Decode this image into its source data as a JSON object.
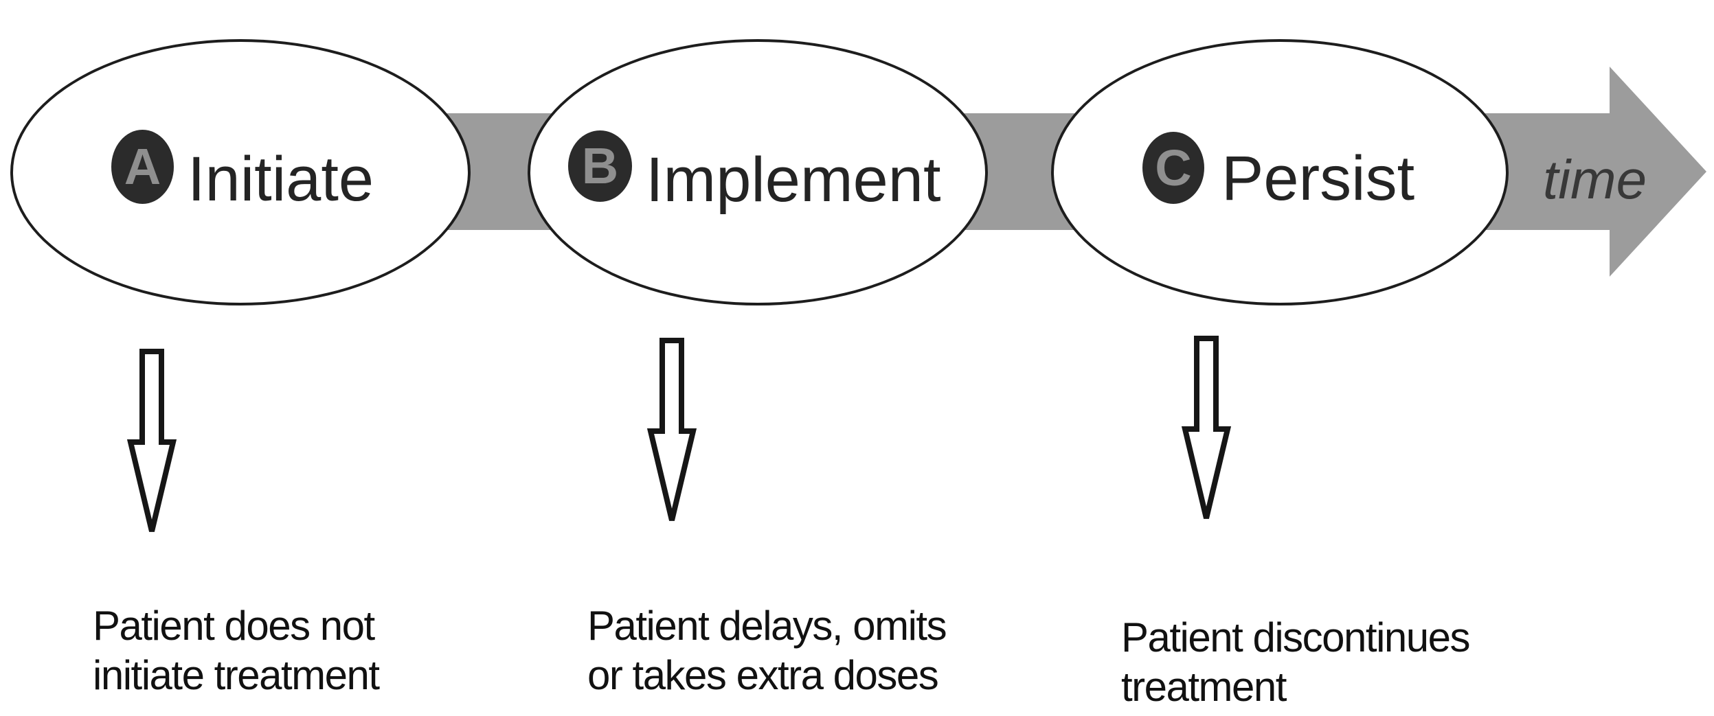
{
  "timeline": {
    "time_label": "time",
    "stages": [
      {
        "badge": "A",
        "label": "Initiate",
        "caption_line1": "Patient does not",
        "caption_line2": "initiate treatment"
      },
      {
        "badge": "B",
        "label": "Implement",
        "caption_line1": "Patient delays, omits",
        "caption_line2": "or takes extra doses"
      },
      {
        "badge": "C",
        "label": "Persist",
        "caption_line1": "Patient discontinues",
        "caption_line2": "treatment"
      }
    ]
  },
  "colors": {
    "band_gray": "#9c9c9c",
    "badge_fill": "#2b2b2b",
    "badge_letter": "#8f8f8f",
    "label_ink": "#242424",
    "caption_ink": "#111111",
    "time_ink": "#383838",
    "ellipse_stroke": "#1d1d1d"
  }
}
